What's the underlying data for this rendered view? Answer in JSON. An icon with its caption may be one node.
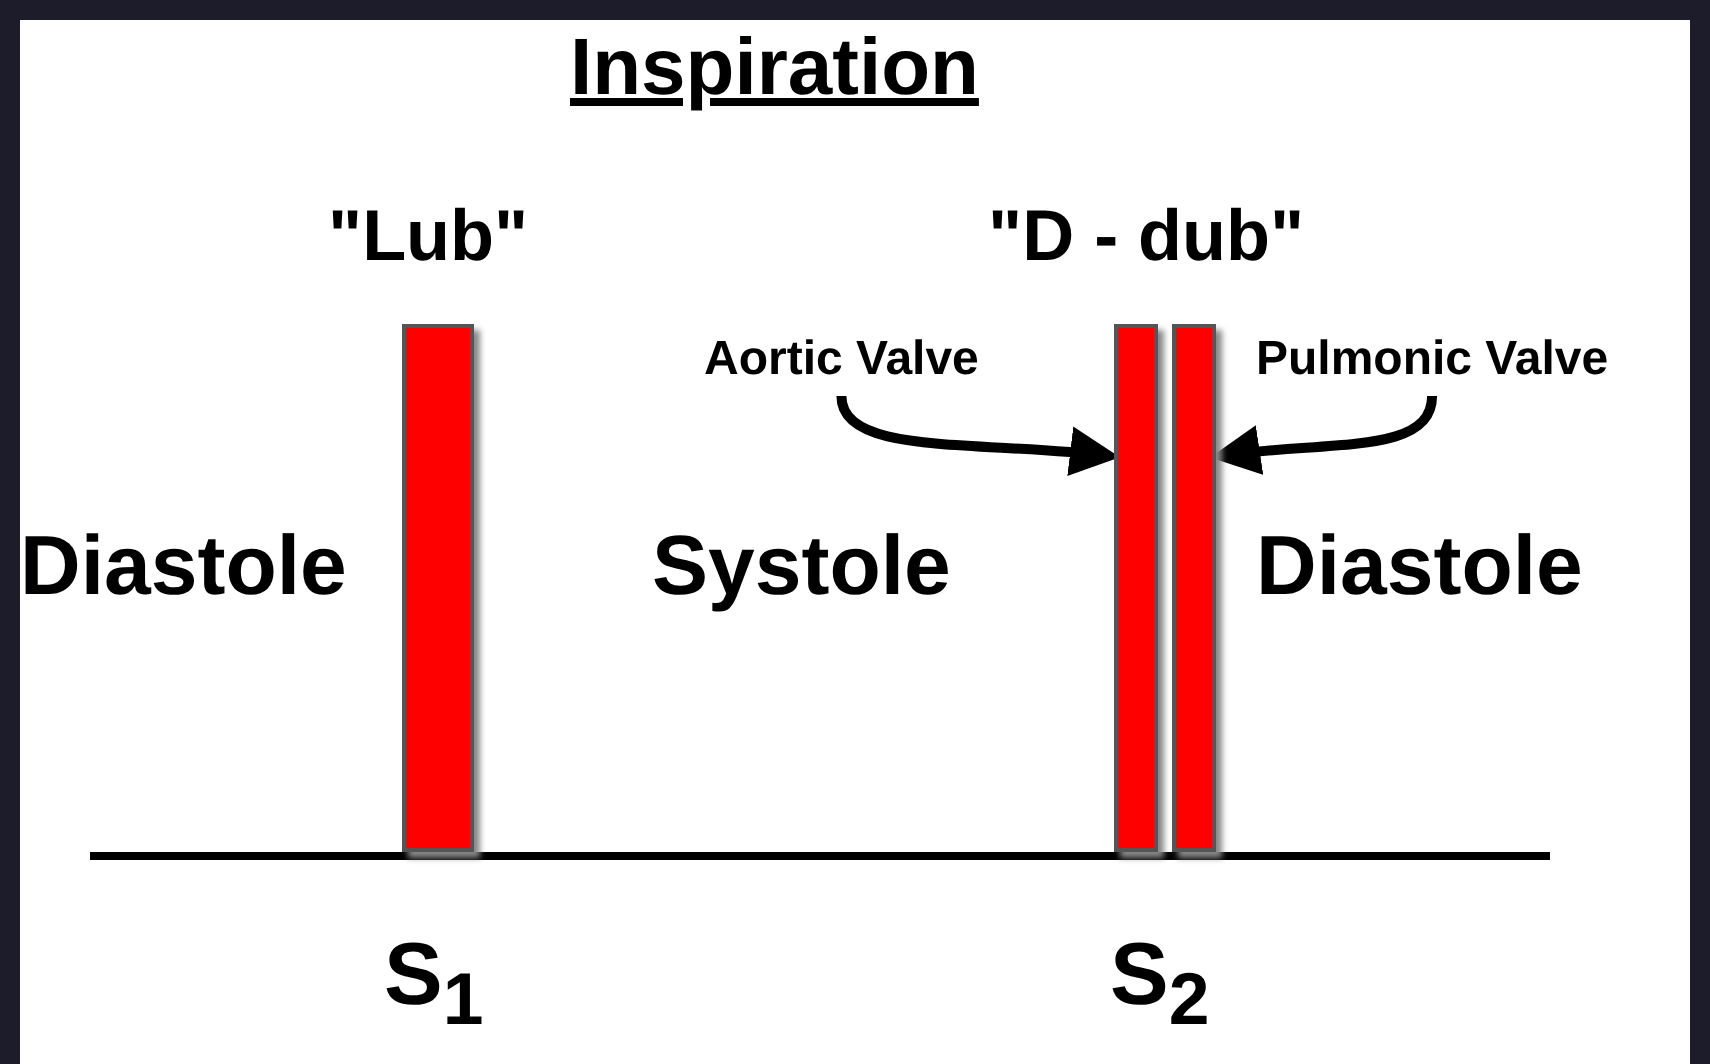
{
  "diagram": {
    "title": "Inspiration",
    "nodes": [
      {
        "text": [
          "Aortic Valve"
        ]
      },
      {
        "text": [
          "Pulmonic Valve"
        ]
      },
      {
        "text": [],
        "shape": "bar"
      },
      {
        "text": [],
        "shape": "bar"
      },
      {
        "text": [],
        "shape": "bar"
      }
    ],
    "edges": [
      {
        "from": 0,
        "to": 3,
        "arrow": "to"
      },
      {
        "from": 1,
        "to": 4,
        "arrow": "to"
      }
    ],
    "labels": [
      "\"Lub\"",
      "\"D - dub\"",
      "Diastole",
      "Systole",
      "Diastole",
      "S$_{1}$",
      "S$_{2}$"
    ]
  }
}
